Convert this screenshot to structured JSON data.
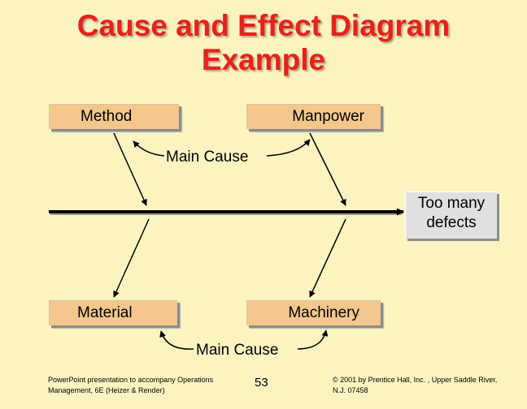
{
  "title": {
    "line1": "Cause and Effect Diagram",
    "line2": "Example"
  },
  "causes": {
    "method": "Method",
    "manpower": "Manpower",
    "material": "Material",
    "machinery": "Machinery"
  },
  "effect": {
    "line1": "Too many",
    "line2": "defects"
  },
  "main_cause_labels": {
    "top": "Main Cause",
    "bottom": "Main Cause"
  },
  "footer": {
    "left_line1": "PowerPoint presentation to accompany Operations",
    "left_line2": "Management, 6E (Heizer & Render)",
    "page_number": "53",
    "right_line1": "© 2001 by Prentice Hall, Inc. ,  Upper Saddle River,",
    "right_line2": "N.J. 07458"
  },
  "colors": {
    "background": "#fcf4c0",
    "title": "#e8211a",
    "cause_box": "#f4c78c",
    "effect_box": "#e0e0e0"
  }
}
